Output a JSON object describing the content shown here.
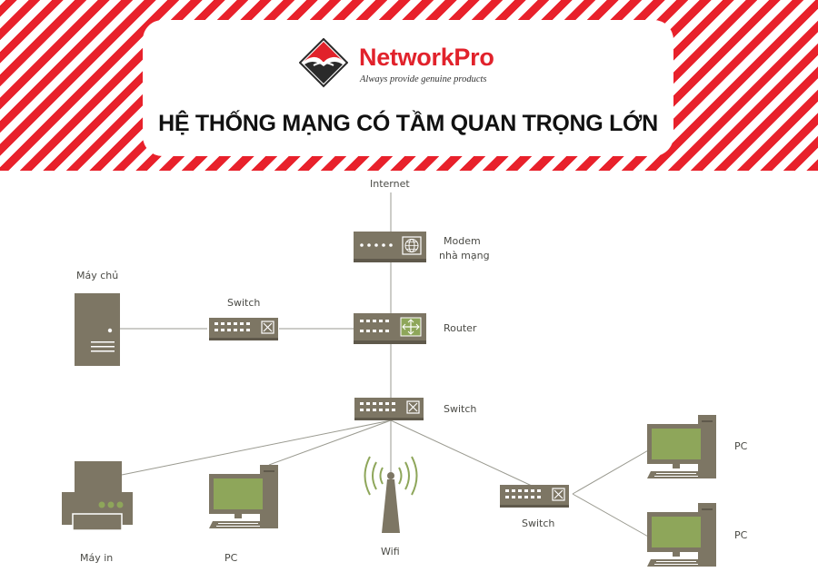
{
  "header": {
    "brand": "NetworkPro",
    "tagline": "Always provide genuine products",
    "headline": "HỆ THỐNG MẠNG CÓ TẦM QUAN TRỌNG LỚN",
    "stripe_color": "#e8212b",
    "brand_color": "#e1222b"
  },
  "diagram": {
    "device_color": "#7d7664",
    "screen_color": "#8ea65a",
    "line_color": "#9a9a90",
    "labels": {
      "internet": "Internet",
      "modem_line1": "Modem",
      "modem_line2": "nhà mạng",
      "router": "Router",
      "server": "Máy chủ",
      "server_switch": "Switch",
      "main_switch": "Switch",
      "printer": "Máy in",
      "pc_bottom": "PC",
      "wifi": "Wifi",
      "branch_switch": "Switch",
      "pc_top_right": "PC",
      "pc_bottom_right": "PC"
    },
    "icons": [
      "internet-line",
      "modem-icon",
      "router-icon",
      "server-icon",
      "switch-icon",
      "printer-icon",
      "pc-icon",
      "wifi-antenna-icon"
    ]
  }
}
